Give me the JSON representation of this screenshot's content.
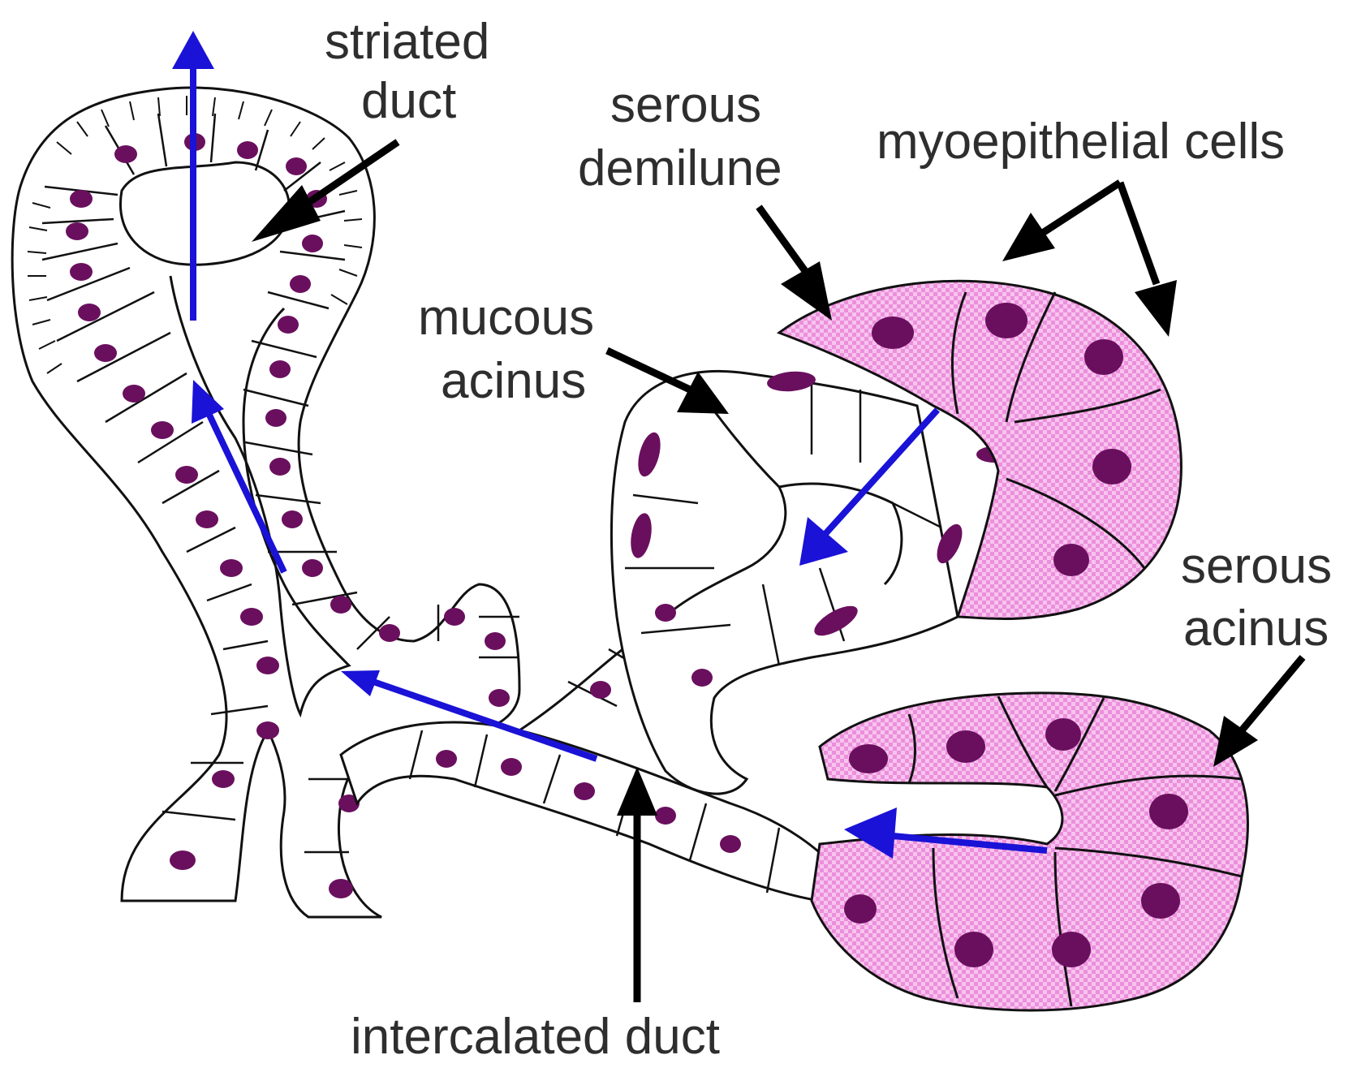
{
  "labels": {
    "striated_duct": [
      "striated",
      "duct"
    ],
    "serous_demilune": [
      "serous",
      "demilune"
    ],
    "myoepithelial_cells": "myoepithelial cells",
    "mucous_acinus": [
      "mucous",
      "acinus"
    ],
    "serous_acinus": [
      "serous",
      "acinus"
    ],
    "intercalated_duct": "intercalated duct"
  },
  "colors": {
    "flow_arrow": "#1a12d6",
    "pointer_arrow": "#000000",
    "serous_cell_fill": "#f2a9e6",
    "nucleus": "#6a0f5e",
    "outline": "#111111"
  },
  "icons": {
    "flow": "blue-flow-arrow",
    "pointer": "black-pointer-arrow"
  }
}
